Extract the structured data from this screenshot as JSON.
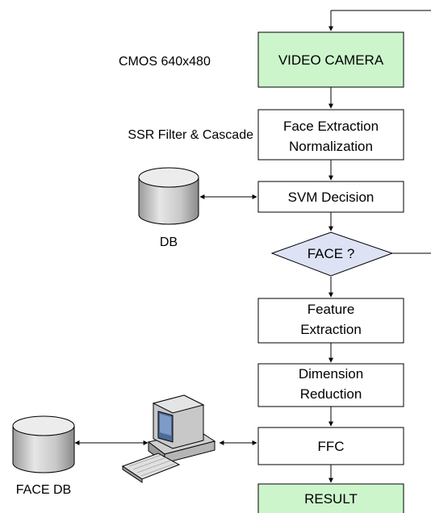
{
  "diagram": {
    "nodes": {
      "video_camera": "VIDEO CAMERA",
      "face_extraction_line1": "Face Extraction",
      "face_extraction_line2": "Normalization",
      "svm_decision": "SVM Decision",
      "face_decision": "FACE ?",
      "feature_line1": "Feature",
      "feature_line2": "Extraction",
      "dimension_line1": "Dimension",
      "dimension_line2": "Reduction",
      "ffc": "FFC",
      "result": "RESULT"
    },
    "side_labels": {
      "camera_sensor": "CMOS 640x480",
      "extraction_method": "SSR Filter & Cascade"
    },
    "databases": {
      "db": "DB",
      "face_db": "FACE DB"
    },
    "colors": {
      "process_fill": "#ffffff",
      "highlight_fill": "#ccf5cc",
      "decision_fill": "#dde3f5",
      "stroke": "#000000",
      "cylinder_fill": "#d6d6d6"
    },
    "icons": [
      "database-icon",
      "computer-workstation-icon"
    ]
  }
}
